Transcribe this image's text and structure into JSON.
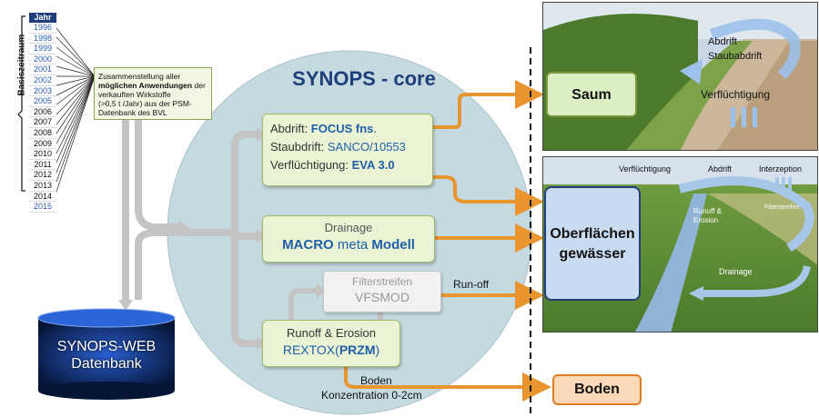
{
  "basiszeitraum_label": "Basiszeitraum",
  "year_header": "Jahr",
  "years": [
    {
      "y": "1996",
      "c": "blue"
    },
    {
      "y": "1998",
      "c": "blue"
    },
    {
      "y": "1999",
      "c": "blue"
    },
    {
      "y": "2000",
      "c": "blue"
    },
    {
      "y": "2001",
      "c": "blue"
    },
    {
      "y": "2002",
      "c": "blue"
    },
    {
      "y": "2003",
      "c": "blue"
    },
    {
      "y": "2005",
      "c": "blue"
    },
    {
      "y": "2006",
      "c": "black"
    },
    {
      "y": "2007",
      "c": "black"
    },
    {
      "y": "2008",
      "c": "black"
    },
    {
      "y": "2009",
      "c": "black"
    },
    {
      "y": "2010",
      "c": "black"
    },
    {
      "y": "2011",
      "c": "black"
    },
    {
      "y": "2012",
      "c": "black"
    },
    {
      "y": "2013",
      "c": "black"
    },
    {
      "y": "2014",
      "c": "black"
    },
    {
      "y": "2015",
      "c": "blue"
    }
  ],
  "note": {
    "line1": "Zusammenstellung aller",
    "bold": "möglichen Anwendungen",
    "line2": "der",
    "line3": "verkauften Wirkstoffe",
    "line4": "(>0,5 t /Jahr) aus der PSM-",
    "line5": "Datenbank des BVL"
  },
  "core_title": "SYNOPS - core",
  "box1": {
    "l1_pre": "Abdrift: ",
    "l1_hl": "FOCUS fns",
    "l1_post": ".",
    "l2_pre": "Staubdrift: ",
    "l2_hl": "SANCO/10553",
    "l3_pre": "Verflüchtigung: ",
    "l3_hl": "EVA 3.0"
  },
  "box2": {
    "title": "Drainage",
    "model_a": "MACRO ",
    "model_b": "meta",
    "model_c": " Modell"
  },
  "greybox": {
    "title": "Filterstreifen",
    "model": "VFSMOD"
  },
  "box3": {
    "title": "Runoff & Erosion",
    "model_a": "REXTOX",
    "model_b": "(",
    "model_c": "PRZM",
    "model_d": ")"
  },
  "runoff_label": "Run-off",
  "boden_label": "Boden",
  "konz_label": "Konzentration 0-2cm",
  "saum": "Saum",
  "oberfl_l1": "Oberflächen",
  "oberfl_l2": "gewässer",
  "boden_box": "Boden",
  "photo1": {
    "abdrift": "Abdrift",
    "staub": "Staubabdrift",
    "verfl": "Verflüchtigung"
  },
  "photo2": {
    "verfl": "Verflüchtigung",
    "abdrift": "Abdrift",
    "interz": "Interzeption",
    "runoff": "Runoff &",
    "erosion": "Erosion",
    "filter": "Filterstreifen",
    "drainage": "Drainage"
  },
  "db_l1": "SYNOPS-WEB",
  "db_l2": "Datenbank",
  "colors": {
    "orange": "#e8952f",
    "grey_arrow": "#bfbfbf",
    "circle": "#c5d9e0",
    "navy": "#1f3f7a"
  }
}
